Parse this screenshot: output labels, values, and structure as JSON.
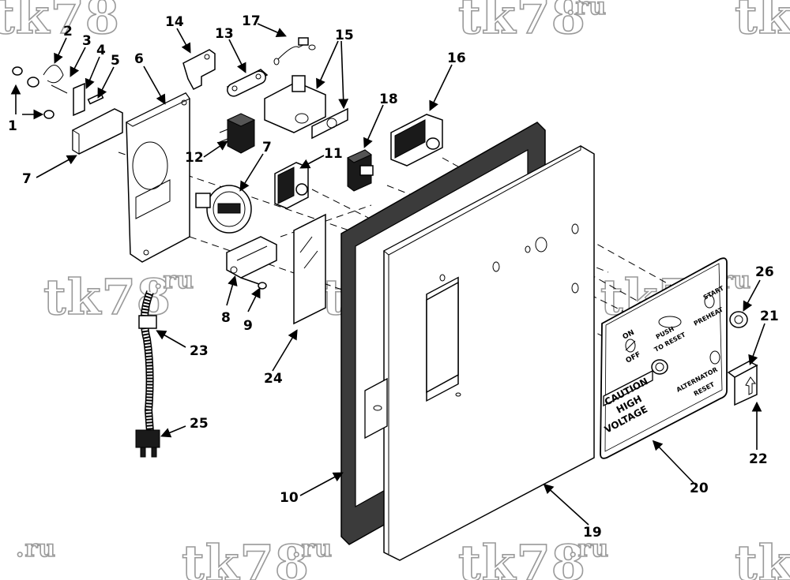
{
  "watermark": {
    "text": "tk78",
    "suffix": ".ru"
  },
  "callouts": [
    "1",
    "2",
    "3",
    "4",
    "5",
    "6",
    "7",
    "7",
    "8",
    "9",
    "10",
    "11",
    "12",
    "13",
    "14",
    "15",
    "16",
    "17",
    "18",
    "19",
    "20",
    "21",
    "22",
    "23",
    "24",
    "25",
    "26"
  ],
  "plate_labels": {
    "on": "ON",
    "off": "OFF",
    "push": "PUSH",
    "to_reset": "TO RESET",
    "start": "START",
    "preheat": "PREHEAT",
    "alternator": "ALTERNATOR",
    "reset": "RESET",
    "caution": "CAUTION",
    "high": "HIGH",
    "voltage": "VOLTAGE"
  }
}
